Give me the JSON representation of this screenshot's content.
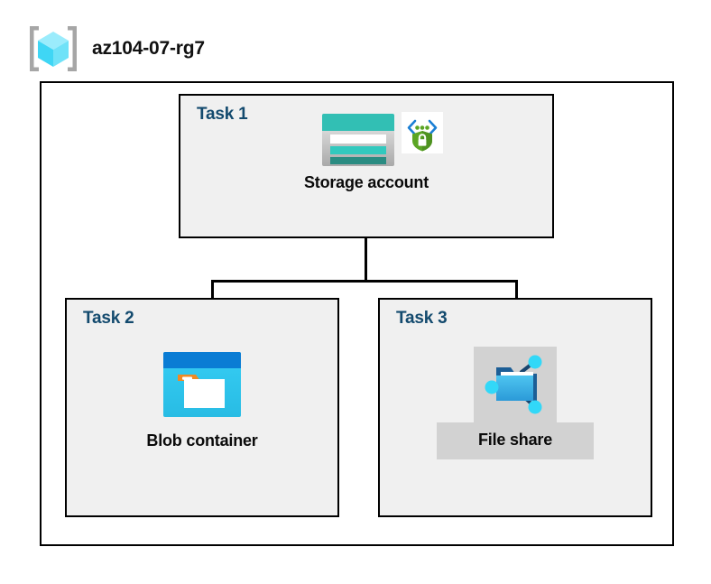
{
  "resource_group": {
    "icon": "azure-resource-group-icon",
    "name": "az104-07-rg7"
  },
  "diagram": {
    "type": "azure-architecture",
    "boundary_name": "resource-group-boundary",
    "tasks": [
      {
        "id": "task-1",
        "label": "Task 1",
        "node": {
          "name": "Storage account",
          "icons": [
            "storage-account-icon",
            "secure-endpoint-shield-icon"
          ]
        }
      },
      {
        "id": "task-2",
        "label": "Task 2",
        "node": {
          "name": "Blob container",
          "icons": [
            "blob-container-icon"
          ]
        }
      },
      {
        "id": "task-3",
        "label": "Task 3",
        "node": {
          "name": "File share",
          "icons": [
            "file-share-icon"
          ],
          "highlighted": true
        }
      }
    ],
    "connections": [
      {
        "from": "Storage account",
        "to": "Blob container"
      },
      {
        "from": "Storage account",
        "to": "File share"
      }
    ]
  },
  "colors": {
    "task_label": "#134A6E",
    "task_fill": "#F0F0F0",
    "border": "#000000",
    "storage_teal": "#32BFB4",
    "storage_teal_dark": "#2A8C82",
    "blob_blue": "#0078D4",
    "blob_cyan": "#32C8F0",
    "blob_orange": "#F08A23",
    "shield_green": "#5BA524",
    "fileshare_blue": "#32A3DC",
    "node_cyan": "#32D8F8",
    "highlight_gray": "#D2D2D2",
    "rg_cube_cyan": "#50E0FA"
  }
}
